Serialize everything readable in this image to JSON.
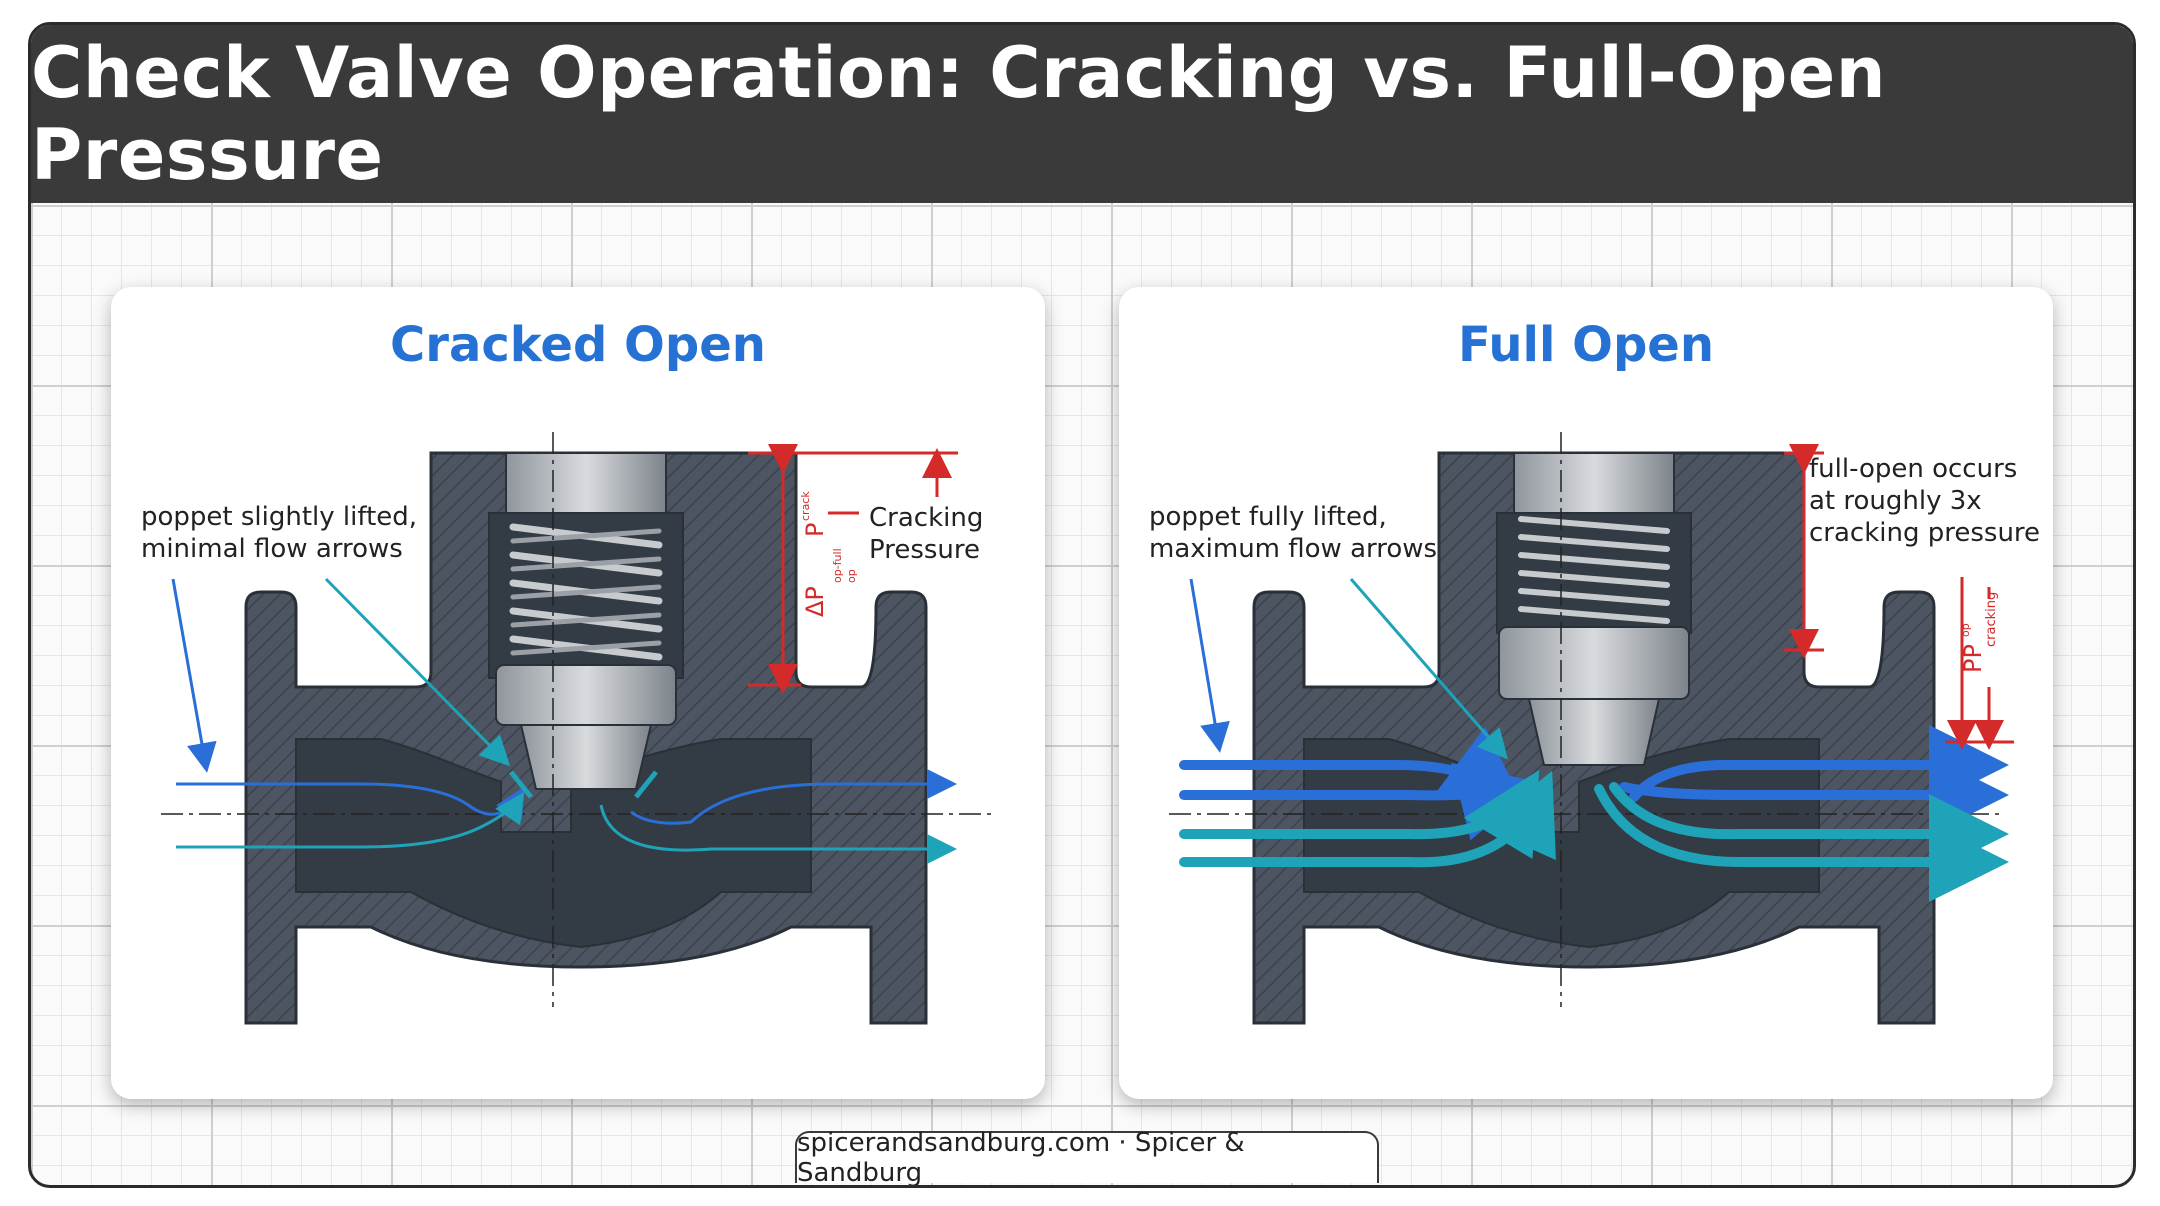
{
  "title": "Check Valve Operation: Cracking vs. Full-Open Pressure",
  "colors": {
    "title_bar": "#3a3a3a",
    "panel_title": "#2572d4",
    "valve_body": "#46505c",
    "valve_interior": "#333b45",
    "flow_blue": "#2a6fd8",
    "flow_teal": "#1fa3b8",
    "dimension_red": "#d42a2a"
  },
  "panels": {
    "left": {
      "heading": "Cracked Open",
      "callout_line1": "poppet slightly lifted,",
      "callout_line2": "minimal flow arrows",
      "pressure_line1": "Cracking",
      "pressure_line2": "Pressure",
      "dim_label_main": "ΔP",
      "dim_label_sub": "P",
      "dim_sub_small": "crack",
      "dim_sub_small2": "op-full",
      "dim_sub_small3": "op"
    },
    "right": {
      "heading": "Full Open",
      "callout_line1": "poppet fully lifted,",
      "callout_line2": "maximum flow arrows",
      "note_line1": "full-open occurs",
      "note_line2": "at roughly 3x",
      "note_line3": "cracking pressure",
      "dim_label_main": "PP",
      "dim_label_sub": "op",
      "dim_sub_small": "cracking"
    }
  },
  "footer": "spicerandsandburg.com · Spicer & Sandburg"
}
